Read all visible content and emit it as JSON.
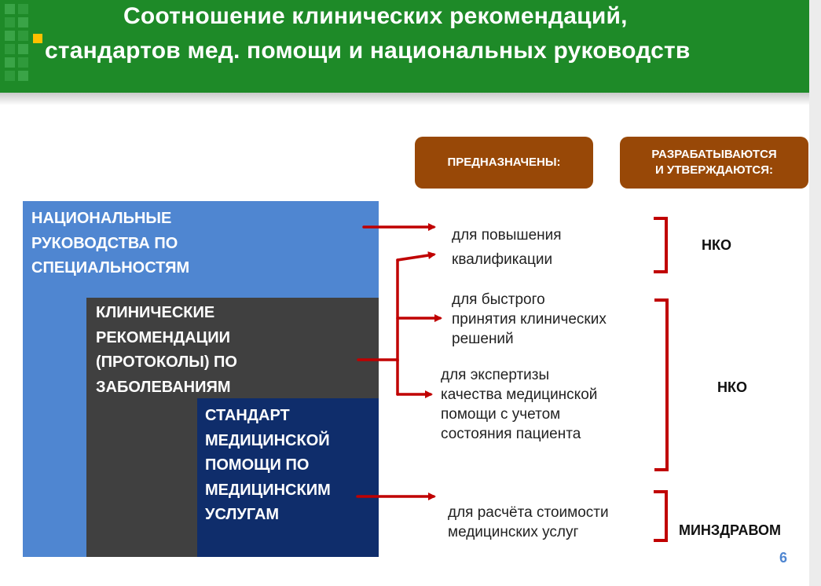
{
  "header": {
    "title_line1": "Соотношение клинических рекомендаций,",
    "title_line2": "стандартов мед. помощи и национальных руководств"
  },
  "columns": {
    "purpose_label": "ПРЕДНАЗНАЧЕНЫ:",
    "developer_label_line1": "РАЗРАБАТЫВАЮТСЯ",
    "developer_label_line2": "И УТВЕРЖДАЮТСЯ:"
  },
  "blocks": {
    "national_guides": [
      "НАЦИОНАЛЬНЫЕ",
      "РУКОВОДСТВА ПО",
      "СПЕЦИАЛЬНОСТЯМ"
    ],
    "clinical_recommendations": [
      "КЛИНИЧЕСКИЕ",
      "РЕКОМЕНДАЦИИ",
      "(ПРОТОКОЛЫ) ПО",
      "ЗАБОЛЕВАНИЯМ"
    ],
    "care_standard": [
      "СТАНДАРТ",
      "МЕДИЦИНСКОЙ",
      "ПОМОЩИ ПО",
      "МЕДИЦИНСКИМ",
      "УСЛУГАМ"
    ]
  },
  "purposes": {
    "qualification_line1": "для повышения",
    "qualification_line2": "квалификации",
    "fast_decisions": [
      "для быстрого",
      "принятия клинических",
      "решений"
    ],
    "expertise": [
      "для экспертизы",
      "качества медицинской",
      "помощи с учетом",
      "состояния пациента"
    ],
    "cost_calc": [
      "для расчёта стоимости",
      "медицинских услуг"
    ]
  },
  "developers": {
    "group1": "НКО",
    "group2": "НКО",
    "group3": "МИНЗДРАВОМ"
  },
  "page_number": "6",
  "colors": {
    "header_green": "#1e8a28",
    "label_brown": "#984807",
    "block_blue": "#4f86d1",
    "block_gray": "#404040",
    "block_navy": "#0f2d6b",
    "arrow_red": "#c00000",
    "bullet_yellow": "#ffc000"
  }
}
